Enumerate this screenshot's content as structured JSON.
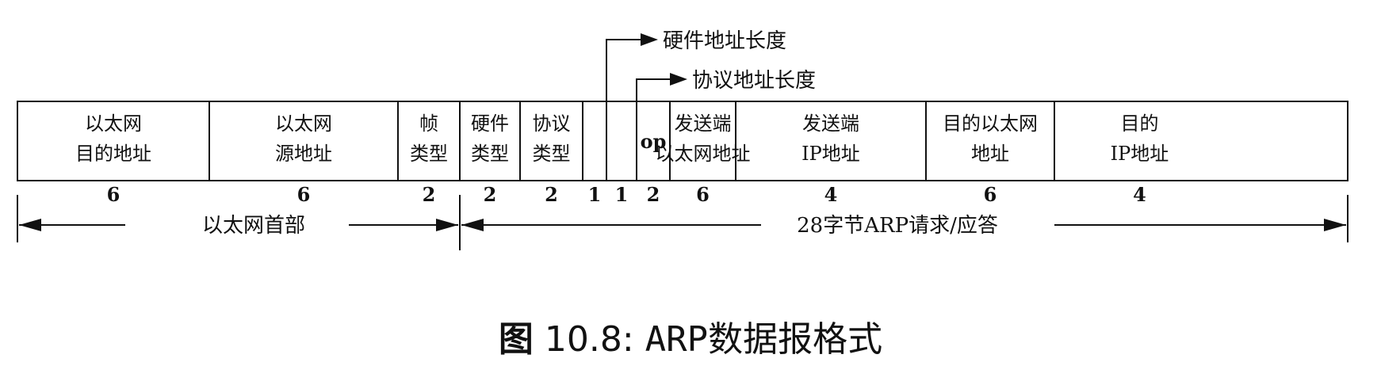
{
  "diagram": {
    "fields": [
      {
        "lines": [
          "以太网",
          "目的地址"
        ],
        "size": "6"
      },
      {
        "lines": [
          "以太网",
          "源地址"
        ],
        "size": "6"
      },
      {
        "lines": [
          "帧",
          "类型"
        ],
        "size": "2"
      },
      {
        "lines": [
          "硬件",
          "类型"
        ],
        "size": "2"
      },
      {
        "lines": [
          "协议",
          "类型"
        ],
        "size": "2"
      },
      {
        "lines": [],
        "size": "1"
      },
      {
        "lines": [],
        "size": "1"
      },
      {
        "lines": [
          "op"
        ],
        "size": "2"
      },
      {
        "lines": [
          "发送端",
          "以太网地址"
        ],
        "size": "6"
      },
      {
        "lines": [
          "发送端",
          "IP地址"
        ],
        "size": "4"
      },
      {
        "lines": [
          "目的以太网",
          "地址"
        ],
        "size": "6"
      },
      {
        "lines": [
          "目的",
          "IP地址"
        ],
        "size": "4"
      }
    ],
    "callouts": {
      "hardware_length": "硬件地址长度",
      "protocol_length": "协议地址长度"
    },
    "spans": {
      "ethernet_header": "以太网首部",
      "arp_body": "28字节ARP请求/应答"
    }
  },
  "caption": {
    "figure": "图",
    "number": "10.8:",
    "title": "ARP数据报格式"
  }
}
